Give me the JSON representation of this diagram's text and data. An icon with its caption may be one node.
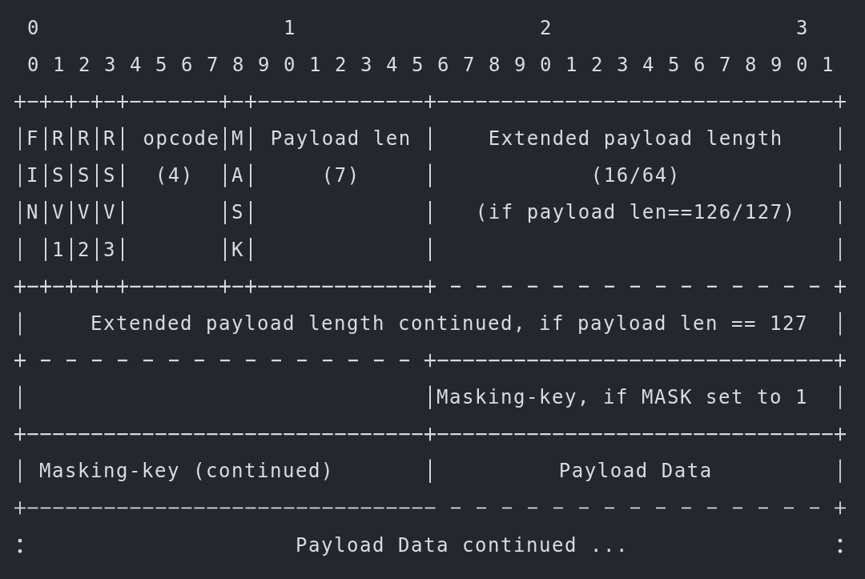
{
  "diagram": {
    "nodes": [
      {
        "text": [
          "F I N"
        ]
      },
      {
        "text": [
          "R S V 1"
        ]
      },
      {
        "text": [
          "R S V 2"
        ]
      },
      {
        "text": [
          "R S V 3"
        ]
      },
      {
        "text": [
          "opcode",
          "(4)"
        ]
      },
      {
        "text": [
          "M A S K"
        ]
      },
      {
        "text": [
          "Payload len",
          "(7)"
        ]
      },
      {
        "text": [
          "Extended payload length",
          "(16/64)",
          "(if payload len==126/127)"
        ]
      },
      {
        "text": [
          "Extended payload length continued, if payload len == 127"
        ]
      },
      {
        "text": [],
        "shape": "box"
      },
      {
        "text": [
          "Masking-key, if MASK set to 1"
        ]
      },
      {
        "text": [
          "Masking-key (continued)"
        ]
      },
      {
        "text": [
          "Payload Data"
        ]
      },
      {
        "text": [
          "Payload Data continued ..."
        ]
      }
    ],
    "labels": [
      "0",
      "1",
      "2",
      "3",
      "0",
      "1",
      "2",
      "3",
      "4",
      "5",
      "6",
      "7",
      "8",
      "9",
      "0",
      "1",
      "2",
      "3",
      "4",
      "5",
      "6",
      "7",
      "8",
      "9",
      "0",
      "1",
      "2",
      "3",
      "4",
      "5",
      "6",
      "7",
      "8",
      "9",
      "0",
      "1"
    ]
  }
}
